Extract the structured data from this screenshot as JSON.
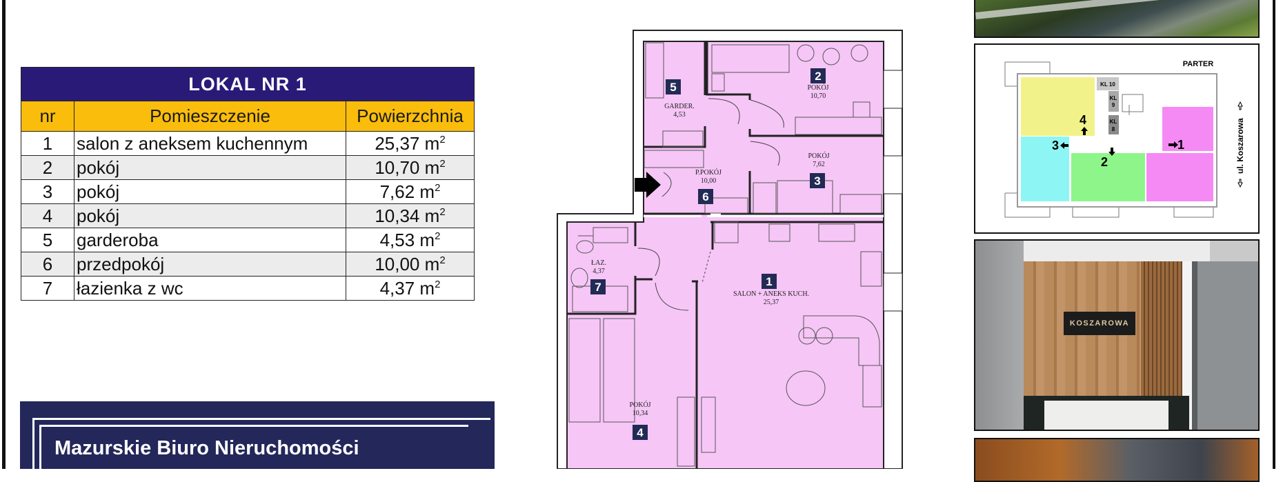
{
  "table": {
    "title": "LOKAL  NR 1",
    "headers": {
      "nr": "nr",
      "room": "Pomieszczenie",
      "area": "Powierzchnia"
    },
    "unit": "m",
    "unit_exp": "2",
    "rows": [
      {
        "nr": "1",
        "room": "salon z aneksem kuchennym",
        "area": "25,37"
      },
      {
        "nr": "2",
        "room": "pokój",
        "area": "10,70"
      },
      {
        "nr": "3",
        "room": "pokój",
        "area": "7,62"
      },
      {
        "nr": "4",
        "room": "pokój",
        "area": "10,34"
      },
      {
        "nr": "5",
        "room": "garderoba",
        "area": "4,53"
      },
      {
        "nr": "6",
        "room": "przedpokój",
        "area": "10,00"
      },
      {
        "nr": "7",
        "room": "łazienka z wc",
        "area": "4,37"
      }
    ]
  },
  "agency": {
    "name": "Mazurskie Biuro Nieruchomości"
  },
  "floor_plan": {
    "rooms": [
      {
        "badge": "1",
        "name": "SALON + ANEKS KUCH.",
        "area": "25,37"
      },
      {
        "badge": "2",
        "name": "POKÓJ",
        "area": "10,70"
      },
      {
        "badge": "3",
        "name": "POKÓJ",
        "area": "7,62"
      },
      {
        "badge": "4",
        "name": "POKÓJ",
        "area": "10,34"
      },
      {
        "badge": "5",
        "name": "GARDER.",
        "area": "4,53"
      },
      {
        "badge": "6",
        "name": "P.POKÓJ",
        "area": "10,00"
      },
      {
        "badge": "7",
        "name": "ŁAZ.",
        "area": "4,37"
      }
    ],
    "fill_color": "#f6c6f6"
  },
  "mini_plan": {
    "title": "PARTER",
    "street": "ul. Koszarowa",
    "storage": [
      "KL 10",
      "KL",
      "9",
      "KL",
      "8"
    ],
    "units": [
      "1",
      "2",
      "3",
      "4"
    ],
    "colors": {
      "unit1": "#f58af5",
      "unit2": "#8ef58a",
      "unit3": "#8ef5f5",
      "unit4": "#f2f28a",
      "storage": "#a8a8a8"
    }
  },
  "photos": {
    "lobby_sign": "KOSZAROWA"
  },
  "colors": {
    "table_title_bg": "#2a1a78",
    "table_header_bg": "#fbbd0c",
    "agency_bg": "#23275a",
    "badge": "#222a55"
  }
}
